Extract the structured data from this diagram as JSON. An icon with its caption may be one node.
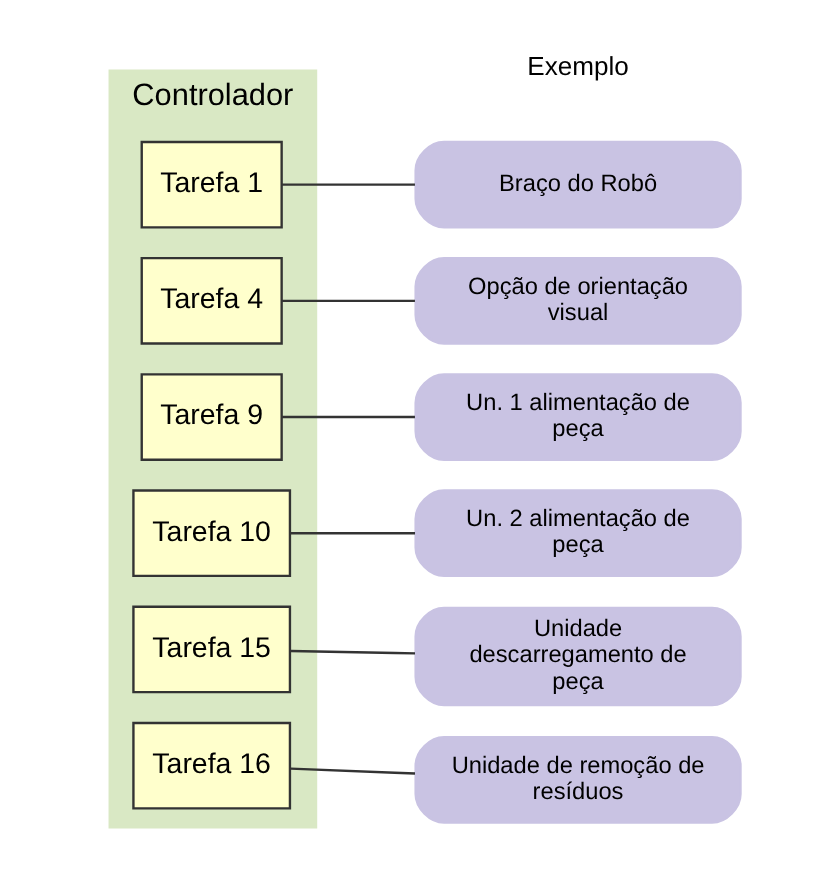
{
  "diagram": {
    "nodes": [
      {
        "text": [
          "Controlador"
        ]
      },
      {
        "text": [
          "Tarefa 1"
        ],
        "in": 0
      },
      {
        "text": [
          "Tarefa 4"
        ],
        "in": 0
      },
      {
        "text": [
          "Tarefa 9"
        ],
        "in": 0
      },
      {
        "text": [
          "Tarefa 10"
        ],
        "in": 0
      },
      {
        "text": [
          "Tarefa 15"
        ],
        "in": 0
      },
      {
        "text": [
          "Tarefa 16"
        ],
        "in": 0
      },
      {
        "text": [
          "Braço do Robô"
        ]
      },
      {
        "text": [
          "Opção de orientação visual"
        ]
      },
      {
        "text": [
          "Un. 1 alimentação de peça"
        ]
      },
      {
        "text": [
          "Un. 2 alimentação de peça"
        ]
      },
      {
        "text": [
          "Unidade descarregamento de peça"
        ]
      },
      {
        "text": [
          "Unidade de remoção de resíduos"
        ]
      }
    ],
    "edges": [
      {
        "from": 1,
        "to": 7,
        "arrow": "none"
      },
      {
        "from": 2,
        "to": 8,
        "arrow": "none"
      },
      {
        "from": 3,
        "to": 9,
        "arrow": "none"
      },
      {
        "from": 4,
        "to": 10,
        "arrow": "none"
      },
      {
        "from": 5,
        "to": 11,
        "arrow": "none"
      },
      {
        "from": 6,
        "to": 12,
        "arrow": "none"
      }
    ],
    "labels": [
      "Exemplo"
    ]
  }
}
